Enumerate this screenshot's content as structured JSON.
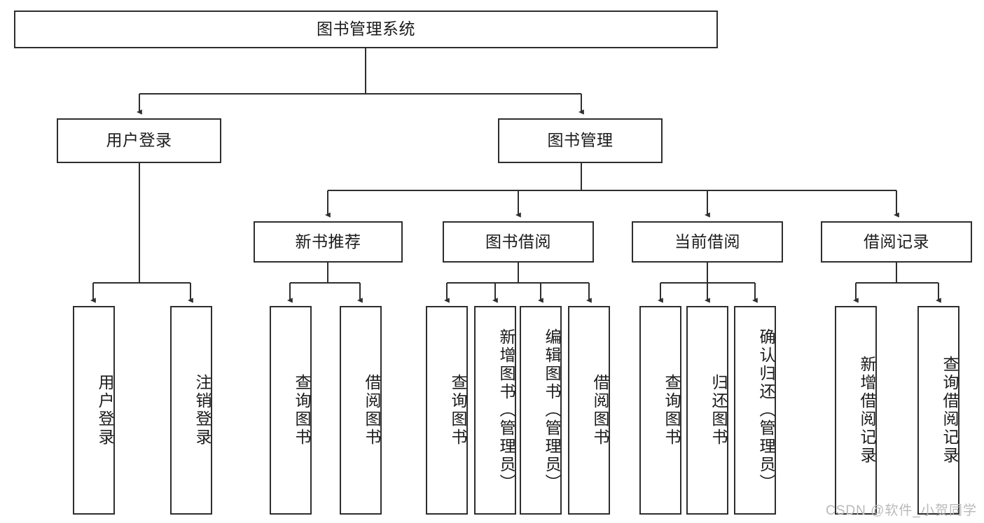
{
  "diagram": {
    "type": "tree",
    "title": "图书管理系统",
    "orientation": "top-down",
    "colors": {
      "node_border": "#2e2e2e",
      "node_fill": "#ffffff",
      "edge": "#2e2e2e",
      "text": "#1b1b1b",
      "watermark": "#b9b9b9",
      "background": "#ffffff"
    },
    "root": {
      "label": "图书管理系统"
    },
    "level2": [
      {
        "label": "用户登录"
      },
      {
        "label": "图书管理"
      }
    ],
    "level3": [
      {
        "label": "新书推荐"
      },
      {
        "label": "图书借阅"
      },
      {
        "label": "当前借阅"
      },
      {
        "label": "借阅记录"
      }
    ],
    "leaves": {
      "user_login": [
        {
          "label": "用户登录"
        },
        {
          "label": "注销登录"
        }
      ],
      "new_book_recommend": [
        {
          "label": "查询图书"
        },
        {
          "label": "借阅图书"
        }
      ],
      "book_borrow": [
        {
          "label": "查询图书"
        },
        {
          "label": "新增图书（管理员）"
        },
        {
          "label": "编辑图书（管理员）"
        },
        {
          "label": "借阅图书"
        }
      ],
      "current_borrow": [
        {
          "label": "查询图书"
        },
        {
          "label": "归还图书"
        },
        {
          "label": "确认归还（管理员）"
        }
      ],
      "borrow_record": [
        {
          "label": "新增借阅记录"
        },
        {
          "label": "查询借阅记录"
        }
      ]
    }
  },
  "watermark": {
    "text": "CSDN @软件_小贺同学"
  }
}
